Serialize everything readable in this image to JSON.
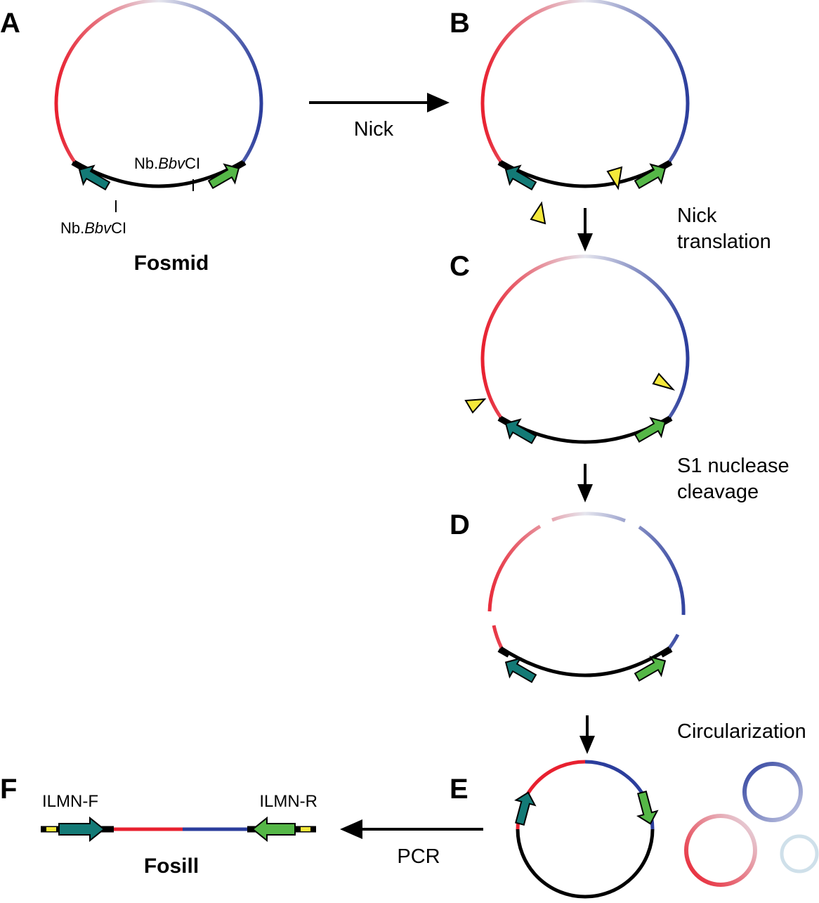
{
  "colors": {
    "red": "#e8202f",
    "blue": "#2b3d9c",
    "pale_red": "#f2c9cf",
    "pale_blue": "#c9cde6",
    "pale_gray": "#e6e6ee",
    "light_circle": "#cfe0ea",
    "teal_arrow": "#137a76",
    "green_arrow": "#55b747",
    "nick_marker": "#f4e83a",
    "backbone": "#000000"
  },
  "panels": {
    "a": {
      "letter": "A",
      "site_label_1": "Nb.",
      "site_label_1_italic": "Bbv",
      "site_label_1_end": "CI",
      "site_label_2": "Nb.",
      "site_label_2_italic": "Bbv",
      "site_label_2_end": "CI",
      "name": "Fosmid"
    },
    "b": {
      "letter": "B"
    },
    "c": {
      "letter": "C"
    },
    "d": {
      "letter": "D"
    },
    "e": {
      "letter": "E"
    },
    "f": {
      "letter": "F",
      "left_primer": "ILMN-F",
      "right_primer": "ILMN-R",
      "name": "Fosill"
    }
  },
  "steps": {
    "nick": "Nick",
    "nick_translation_1": "Nick",
    "nick_translation_2": "translation",
    "s1_1": "S1 nuclease",
    "s1_2": "cleavage",
    "circularization": "Circularization",
    "pcr": "PCR"
  }
}
